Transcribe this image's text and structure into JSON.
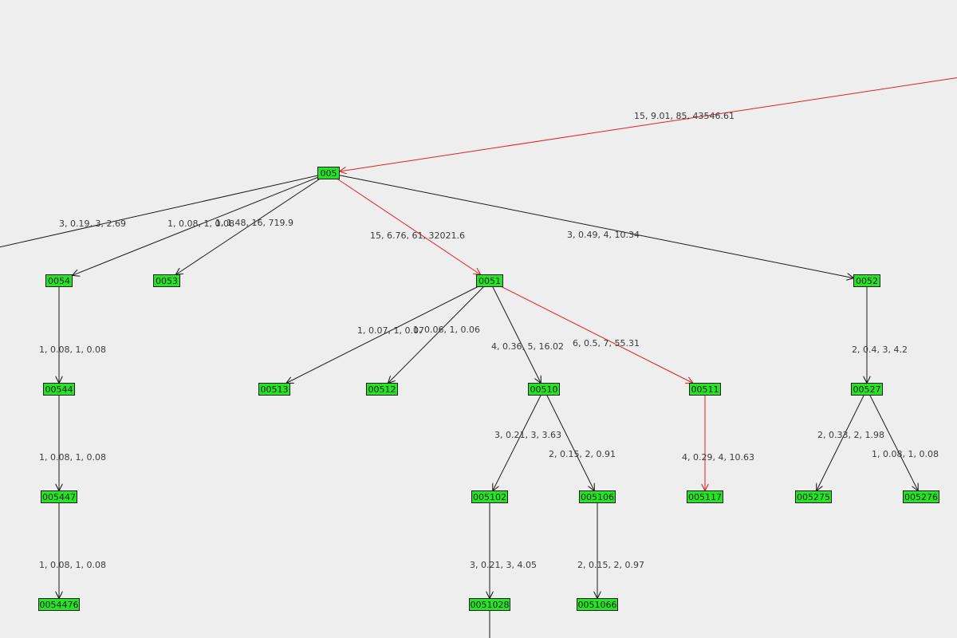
{
  "colors": {
    "background": "#eeeeee",
    "node_fill": "#22e622",
    "node_border": "#1a1a1a",
    "edge_default": "#1a1a1a",
    "edge_highlight": "#e02020",
    "label_text": "#3a3a3a"
  },
  "nodes": [
    {
      "id": "005",
      "label": "005"
    },
    {
      "id": "0054",
      "label": "0054"
    },
    {
      "id": "0053",
      "label": "0053"
    },
    {
      "id": "0051",
      "label": "0051"
    },
    {
      "id": "0052",
      "label": "0052"
    },
    {
      "id": "00544",
      "label": "00544"
    },
    {
      "id": "00513",
      "label": "00513"
    },
    {
      "id": "00512",
      "label": "00512"
    },
    {
      "id": "00510",
      "label": "00510"
    },
    {
      "id": "00511",
      "label": "00511"
    },
    {
      "id": "00527",
      "label": "00527"
    },
    {
      "id": "005447",
      "label": "005447"
    },
    {
      "id": "005102",
      "label": "005102"
    },
    {
      "id": "005106",
      "label": "005106"
    },
    {
      "id": "005117",
      "label": "005117"
    },
    {
      "id": "005275",
      "label": "005275"
    },
    {
      "id": "005276",
      "label": "005276"
    },
    {
      "id": "0054476",
      "label": "0054476"
    },
    {
      "id": "0051028",
      "label": "0051028"
    },
    {
      "id": "0051066",
      "label": "0051066"
    }
  ],
  "edges": [
    {
      "from": "offscreen-parent",
      "to": "005",
      "label": "15, 9.01, 85, 43546.61",
      "highlight": true
    },
    {
      "from": "005",
      "to": "offscreen-left",
      "label": "3, 0.19, 3, 2.69",
      "highlight": false
    },
    {
      "from": "005",
      "to": "0054",
      "label": "1, 0.08, 1, 0.08",
      "highlight": false
    },
    {
      "from": "005",
      "to": "0053",
      "label": "1, 1.48, 16, 719.9",
      "highlight": false
    },
    {
      "from": "005",
      "to": "0051",
      "label": "15, 6.76, 61, 32021.6",
      "highlight": true
    },
    {
      "from": "005",
      "to": "0052",
      "label": "3, 0.49, 4, 10.34",
      "highlight": false
    },
    {
      "from": "0054",
      "to": "00544",
      "label": "1, 0.08, 1, 0.08",
      "highlight": false
    },
    {
      "from": "0051",
      "to": "00513",
      "label": "1, 0.07, 1, 0.07",
      "highlight": false
    },
    {
      "from": "0051",
      "to": "00512",
      "label": "1, 0.06, 1, 0.06",
      "highlight": false
    },
    {
      "from": "0051",
      "to": "00510",
      "label": "4, 0.36, 5, 16.02",
      "highlight": false
    },
    {
      "from": "0051",
      "to": "00511",
      "label": "6, 0.5, 7, 55.31",
      "highlight": true
    },
    {
      "from": "0052",
      "to": "00527",
      "label": "2, 0.4, 3, 4.2",
      "highlight": false
    },
    {
      "from": "00544",
      "to": "005447",
      "label": "1, 0.08, 1, 0.08",
      "highlight": false
    },
    {
      "from": "00510",
      "to": "005102",
      "label": "3, 0.21, 3, 3.63",
      "highlight": false
    },
    {
      "from": "00510",
      "to": "005106",
      "label": "2, 0.15, 2, 0.91",
      "highlight": false
    },
    {
      "from": "00511",
      "to": "005117",
      "label": "4, 0.29, 4, 10.63",
      "highlight": true
    },
    {
      "from": "00527",
      "to": "005275",
      "label": "2, 0.33, 2, 1.98",
      "highlight": false
    },
    {
      "from": "00527",
      "to": "005276",
      "label": "1, 0.08, 1, 0.08",
      "highlight": false
    },
    {
      "from": "005447",
      "to": "0054476",
      "label": "1, 0.08, 1, 0.08",
      "highlight": false
    },
    {
      "from": "005102",
      "to": "0051028",
      "label": "3, 0.21, 3, 4.05",
      "highlight": false
    },
    {
      "from": "005106",
      "to": "0051066",
      "label": "2, 0.15, 2, 0.97",
      "highlight": false
    },
    {
      "from": "0051028",
      "to": "offscreen-bottom",
      "label": "",
      "highlight": false
    }
  ]
}
